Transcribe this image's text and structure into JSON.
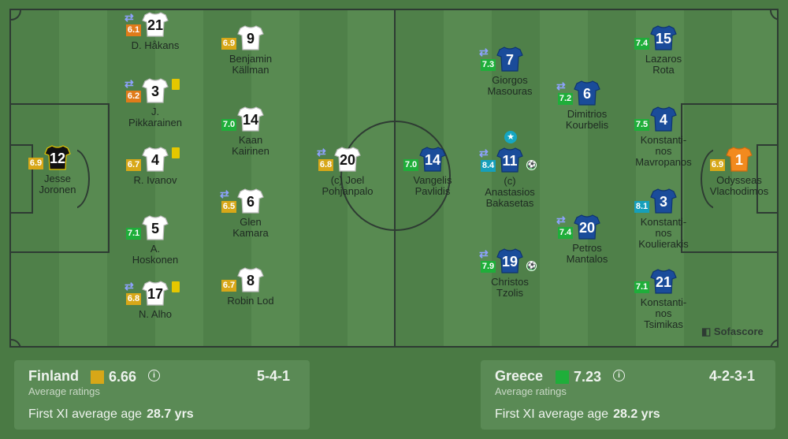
{
  "colors": {
    "home_shirt": "#ffffff",
    "home_gk_shirt": "#111111",
    "away_shirt": "#1a4c9a",
    "away_gk_shirt": "#f28a1e",
    "rating_orange": "#e07b1a",
    "rating_yellow": "#d7a718",
    "rating_green": "#1fae3a",
    "rating_teal": "#169fbb"
  },
  "home_players": [
    {
      "number": "12",
      "rating": "6.9",
      "name": "Jesse\nJoronen",
      "gk": true,
      "sub": false,
      "yellow": false
    },
    {
      "number": "21",
      "rating": "6.1",
      "name": "D. Håkans",
      "gk": false,
      "sub": true,
      "yellow": false
    },
    {
      "number": "3",
      "rating": "6.2",
      "name": "J.\nPikkarainen",
      "gk": false,
      "sub": true,
      "yellow": true
    },
    {
      "number": "4",
      "rating": "6.7",
      "name": "R. Ivanov",
      "gk": false,
      "sub": false,
      "yellow": true
    },
    {
      "number": "5",
      "rating": "7.1",
      "name": "A.\nHoskonen",
      "gk": false,
      "sub": false,
      "yellow": false
    },
    {
      "number": "17",
      "rating": "6.8",
      "name": "N. Alho",
      "gk": false,
      "sub": true,
      "yellow": true
    },
    {
      "number": "9",
      "rating": "6.9",
      "name": "Benjamin\nKällman",
      "gk": false,
      "sub": false,
      "yellow": false
    },
    {
      "number": "14",
      "rating": "7.0",
      "name": "Kaan\nKairinen",
      "gk": false,
      "sub": false,
      "yellow": false
    },
    {
      "number": "6",
      "rating": "6.5",
      "name": "Glen\nKamara",
      "gk": false,
      "sub": true,
      "yellow": false
    },
    {
      "number": "8",
      "rating": "6.7",
      "name": "Robin Lod",
      "gk": false,
      "sub": false,
      "yellow": false
    },
    {
      "number": "20",
      "rating": "6.8",
      "name": "(c) Joel\nPohjanpalo",
      "gk": false,
      "sub": true,
      "yellow": false
    }
  ],
  "away_players": [
    {
      "number": "14",
      "rating": "7.0",
      "name": "Vangelis\nPavlidis",
      "sub": false,
      "goal": false,
      "star": false
    },
    {
      "number": "7",
      "rating": "7.3",
      "name": "Giorgos\nMasouras",
      "sub": true,
      "goal": false,
      "star": false
    },
    {
      "number": "11",
      "rating": "8.4",
      "name": "(c)\nAnastasios\nBakasetas",
      "sub": true,
      "goal": true,
      "star": true
    },
    {
      "number": "19",
      "rating": "7.9",
      "name": "Christos\nTzolis",
      "sub": true,
      "goal": true,
      "star": false
    },
    {
      "number": "6",
      "rating": "7.2",
      "name": "Dimitrios\nKourbelis",
      "sub": true,
      "goal": false,
      "star": false
    },
    {
      "number": "20",
      "rating": "7.4",
      "name": "Petros\nMantalos",
      "sub": true,
      "goal": false,
      "star": false
    },
    {
      "number": "15",
      "rating": "7.4",
      "name": "Lazaros\nRota",
      "sub": false,
      "goal": false,
      "star": false
    },
    {
      "number": "4",
      "rating": "7.5",
      "name": "Konstanti-\nnos\nMavropanos",
      "sub": false,
      "goal": false,
      "star": false
    },
    {
      "number": "3",
      "rating": "8.1",
      "name": "Konstanti-\nnos\nKoulierakis",
      "sub": false,
      "goal": false,
      "star": false
    },
    {
      "number": "21",
      "rating": "7.1",
      "name": "Konstanti-\nnos\nTsimikas",
      "sub": false,
      "goal": false,
      "star": false
    },
    {
      "number": "1",
      "rating": "6.9",
      "name": "Odysseas\nVlachodimos",
      "gk": true,
      "sub": false,
      "goal": false,
      "star": false
    }
  ],
  "watermark": "Sofascore",
  "home_card": {
    "team": "Finland",
    "avg": "6.66",
    "avg_color": "#d7a718",
    "avg_label": "Average ratings",
    "formation": "5-4-1",
    "age_label": "First XI average age",
    "age_value": "28.7 yrs",
    "info": "i"
  },
  "away_card": {
    "team": "Greece",
    "avg": "7.23",
    "avg_color": "#1fae3a",
    "avg_label": "Average ratings",
    "formation": "4-2-3-1",
    "age_label": "First XI average age",
    "age_value": "28.2 yrs",
    "info": "i"
  },
  "icons": {
    "sub": "sub-arrows-icon",
    "yellow": "yellow-card-icon",
    "goal": "goal-ball-icon",
    "star": "star-icon",
    "info": "info-icon",
    "logo": "sofascore-logo-icon"
  }
}
